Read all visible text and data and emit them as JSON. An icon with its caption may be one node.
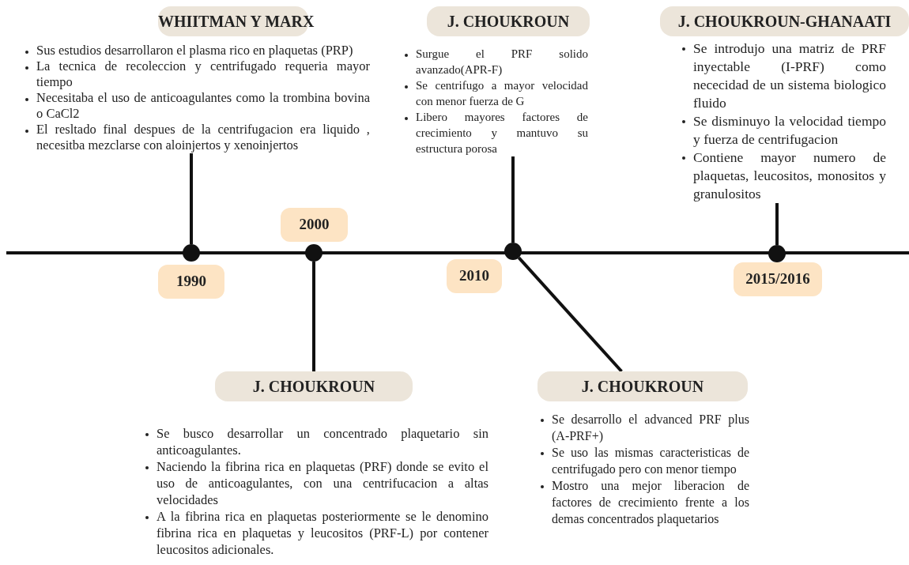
{
  "diagram": {
    "nodes": [
      {
        "text": [
          "WHIITMAN Y MARX",
          "Sus estudios desarrollaron el plasma rico en plaquetas (PRP)",
          "La tecnica de recoleccion y centrifugado requeria mayor tiempo",
          "Necesitaba el uso de anticoagulantes como la trombina bovina o CaCl2",
          "El resltado final despues de la centrifugacion era liquido , necesitba mezclarse con aloinjertos y xenoinjertos"
        ]
      },
      {
        "text": [
          "J. CHOUKROUN",
          "Surgue el PRF solido avanzado(APR-F)",
          "Se centrifugo a mayor velocidad con menor fuerza de G",
          "Libero mayores factores de crecimiento y mantuvo su estructura porosa"
        ]
      },
      {
        "text": [
          "J. CHOUKROUN-GHANAATI",
          "Se introdujo una matriz de PRF inyectable (I-PRF) como nececidad de un sistema biologico fluido",
          "Se disminuyo la velocidad tiempo y fuerza de centrifugacion",
          "Contiene mayor numero de plaquetas, leucositos, monositos y granulositos"
        ]
      },
      {
        "text": [
          "2000"
        ]
      },
      {
        "text": [],
        "shape": "circle"
      },
      {
        "text": [],
        "shape": "circle"
      },
      {
        "text": [],
        "shape": "circle"
      },
      {
        "text": [],
        "shape": "circle"
      },
      {
        "text": [
          "1990"
        ]
      },
      {
        "text": [
          "2010"
        ]
      },
      {
        "text": [
          "2015/2016"
        ]
      },
      {
        "text": [
          "J. CHOUKROUN",
          "Se busco desarrollar un concentrado plaquetario sin anticoagulantes.",
          "Naciendo la fibrina rica en plaquetas (PRF) donde se evito el uso de anticoagulantes, con una centrifucacion a altas velocidades",
          "A la fibrina rica en plaquetas posteriormente se le denomino fibrina rica en plaquetas y leucositos (PRF-L) por contener leucositos adicionales."
        ]
      },
      {
        "text": [
          "J. CHOUKROUN",
          "Se desarrollo el advanced PRF plus (A-PRF+)",
          "Se uso las mismas caracteristicas de centrifugado pero con menor tiempo",
          "Mostro una mejor liberacion de factores de crecimiento frente a los demas concentrados plaquetarios"
        ]
      }
    ],
    "edges": [
      {
        "from": 4,
        "to": 0,
        "arrow": "none"
      },
      {
        "from": 5,
        "to": 11,
        "arrow": "none"
      },
      {
        "from": 6,
        "to": 1,
        "arrow": "none"
      },
      {
        "from": 6,
        "to": 12,
        "arrow": "none"
      },
      {
        "from": 7,
        "to": 2,
        "arrow": "none"
      }
    ]
  }
}
